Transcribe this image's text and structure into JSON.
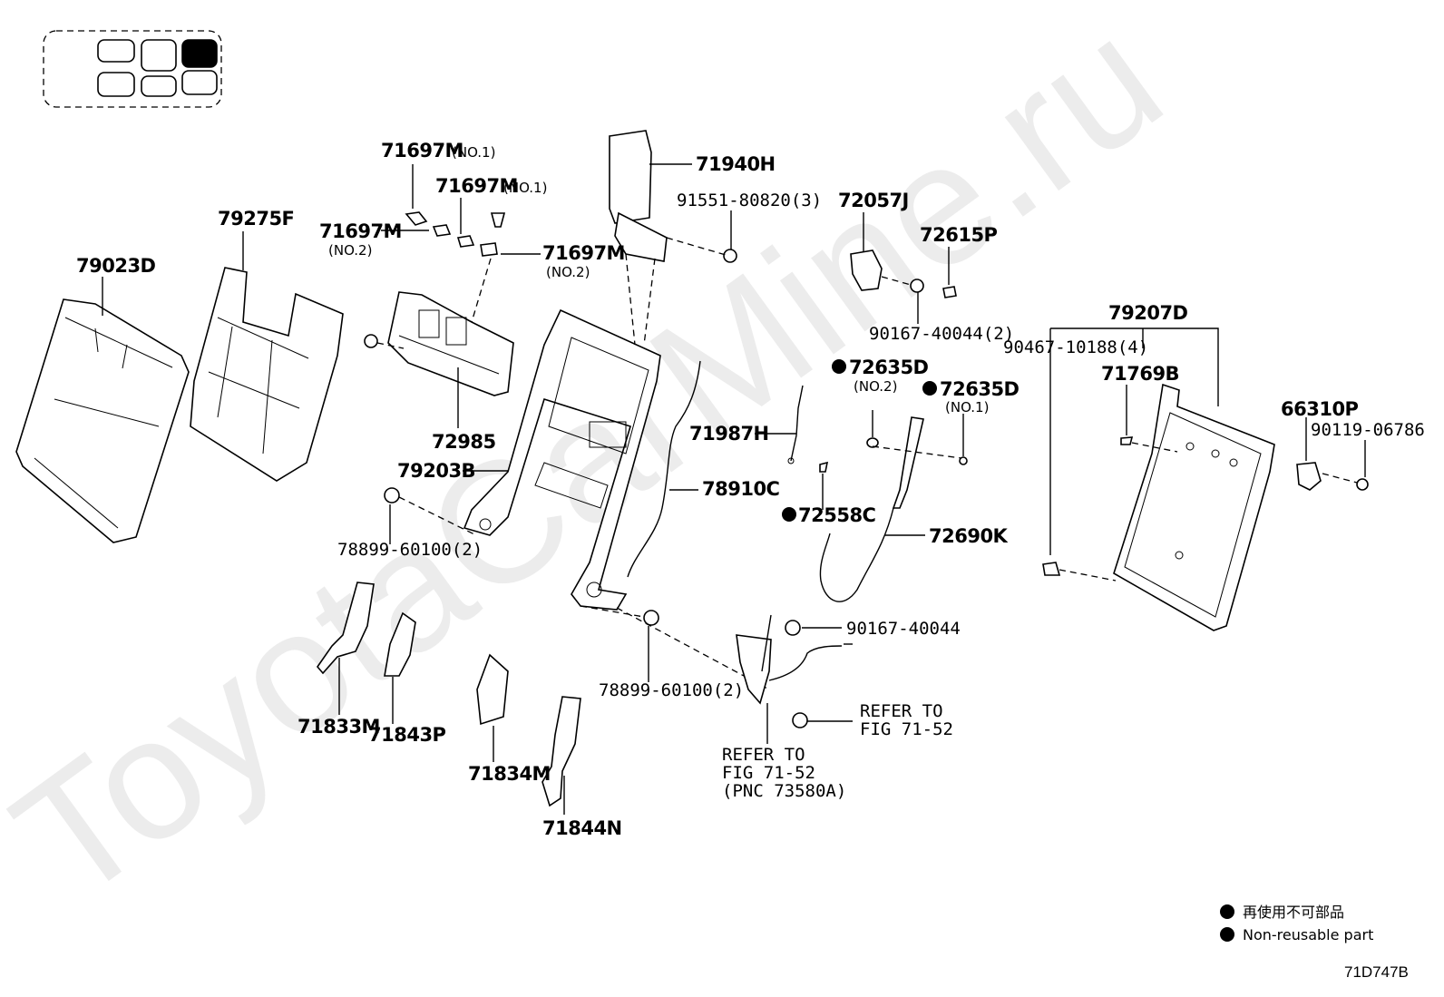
{
  "watermark": "ToyotaCarMine.ru",
  "locator": {
    "highlight_color": "#000000"
  },
  "parts": {
    "p79023D": "79023D",
    "p79275F": "79275F",
    "p71697M_a": "71697M",
    "p71697M_a_sub": "(NO.1)",
    "p71697M_b": "71697M",
    "p71697M_b_sub": "(NO.1)",
    "p71697M_c": "71697M",
    "p71697M_c_sub": "(NO.2)",
    "p71697M_d": "71697M",
    "p71697M_d_sub": "(NO.2)",
    "p72985": "72985",
    "p79203B": "79203B",
    "p78899_60100_a": "78899-60100(2)",
    "p71940H": "71940H",
    "p91551": "91551-80820(3)",
    "p72057J": "72057J",
    "p72615P": "72615P",
    "p90167_40044_2": "90167-40044(2)",
    "p72635D_a": "72635D",
    "p72635D_a_sub": "(NO.2)",
    "p72635D_b": "72635D",
    "p72635D_b_sub": "(NO.1)",
    "p71987H": "71987H",
    "p72558C": "72558C",
    "p78910C": "78910C",
    "p72690K": "72690K",
    "p79207D": "79207D",
    "p90467": "90467-10188(4)",
    "p71769B": "71769B",
    "p66310P": "66310P",
    "p90119": "90119-06786",
    "p90167_40044": "90167-40044",
    "p78899_60100_b": "78899-60100(2)",
    "p71833M": "71833M",
    "p71843P": "71843P",
    "p71834M": "71834M",
    "p71844N": "71844N"
  },
  "refer_right": [
    "REFER TO",
    "FIG 71-52"
  ],
  "refer_bottom": [
    "REFER TO",
    "FIG 71-52",
    "(PNC 73580A)"
  ],
  "legend": {
    "line1": "再使用不可部品",
    "line2": "Non-reusable part"
  },
  "diagram_code": "71D747B"
}
